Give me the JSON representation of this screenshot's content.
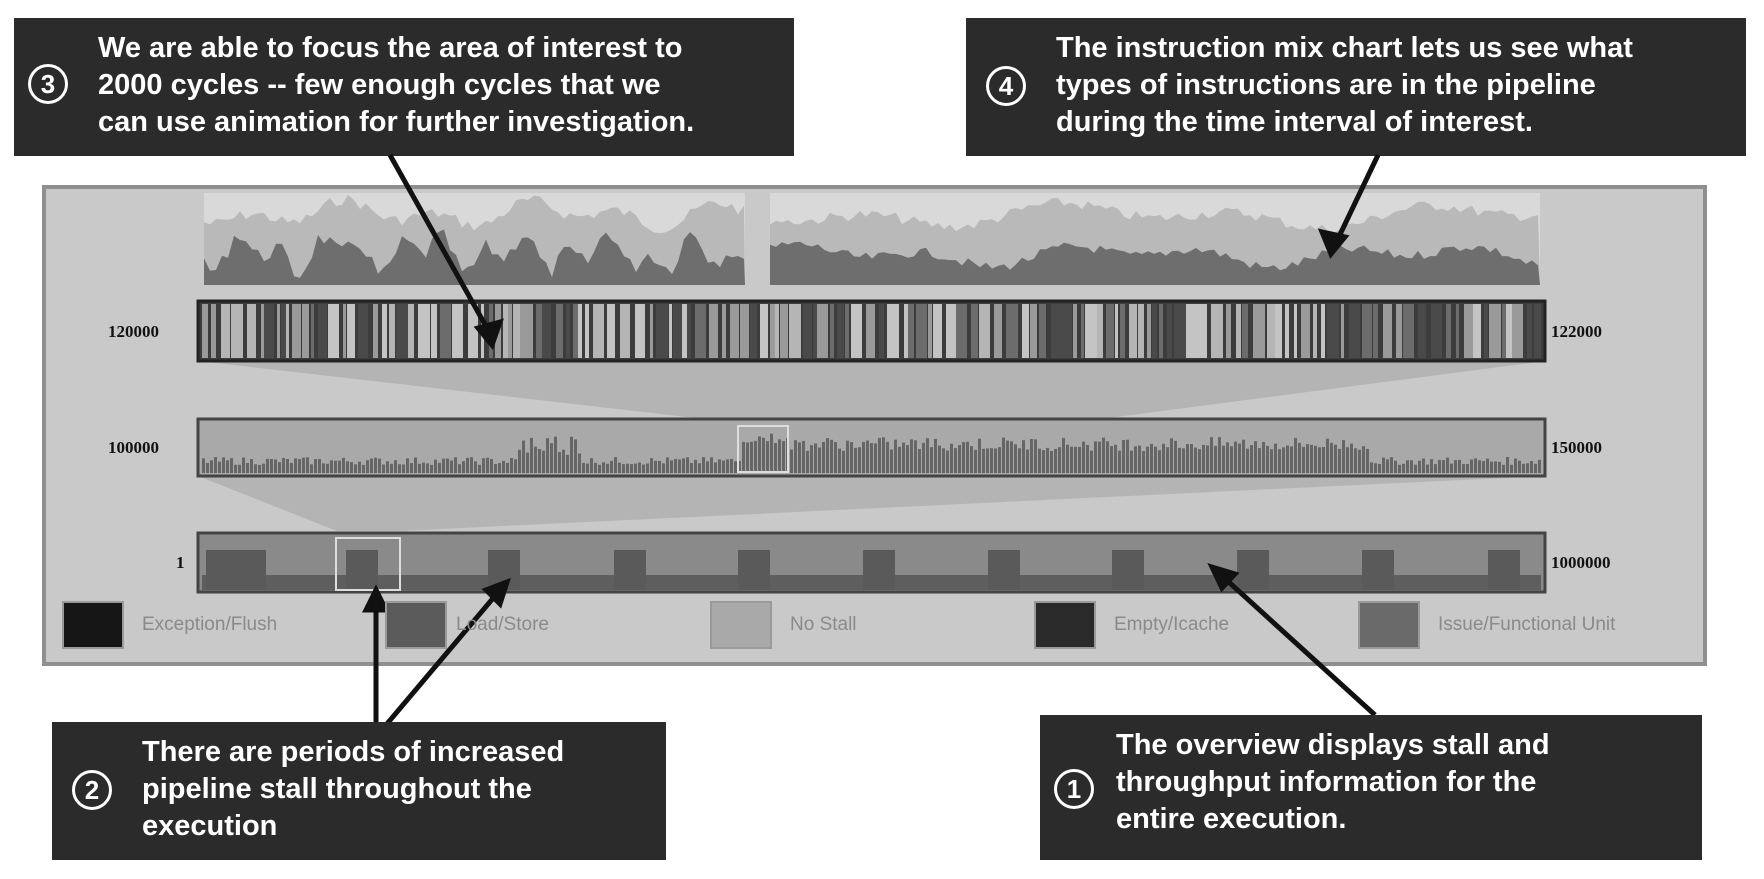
{
  "callouts": [
    {
      "num": "3",
      "lines": [
        "We are able to focus the area of interest to",
        "2000 cycles -- few enough cycles that we",
        "can use animation for further investigation."
      ]
    },
    {
      "num": "4",
      "lines": [
        "The instruction mix chart lets us see what",
        "types of instructions are in the pipeline",
        "during the time interval of interest."
      ]
    },
    {
      "num": "2",
      "lines": [
        "There are periods of increased",
        "pipeline stall throughout the",
        "execution"
      ]
    },
    {
      "num": "1",
      "lines": [
        "The overview displays stall and",
        "throughput information for the",
        "entire execution."
      ]
    }
  ],
  "tracks": {
    "zoom2": {
      "left": "120000",
      "right": "122000"
    },
    "zoom1": {
      "left": "100000",
      "right": "150000"
    },
    "overview": {
      "left": "1",
      "right": "1000000"
    }
  },
  "legend": [
    {
      "label": "Exception/Flush",
      "color": "#161616"
    },
    {
      "label": "Load/Store",
      "color": "#5b5b5b"
    },
    {
      "label": "No Stall",
      "color": "#a9a9a9"
    },
    {
      "label": "Empty/Icache",
      "color": "#2a2a2a"
    },
    {
      "label": "Issue/Functional Unit",
      "color": "#6a6a6a"
    }
  ],
  "colors": {
    "callout_bg": "#2b2b2b",
    "panel_bg": "#c9c9c9",
    "dark_fill": "#666666",
    "light_fill": "#a8a8a8"
  }
}
